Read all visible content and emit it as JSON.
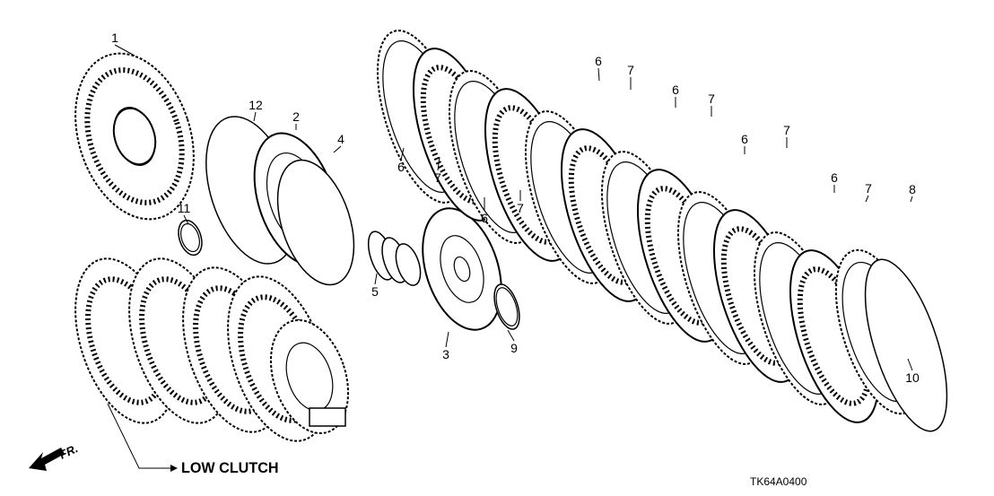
{
  "diagram": {
    "callouts": [
      "1",
      "12",
      "2",
      "4",
      "11",
      "5",
      "3",
      "9",
      "6",
      "7",
      "6",
      "7",
      "6",
      "7",
      "6",
      "7",
      "6",
      "7",
      "6",
      "7",
      "8",
      "10"
    ],
    "assembly_label": "LOW CLUTCH",
    "front_indicator": "FR.",
    "diagram_code": "TK64A0400"
  }
}
